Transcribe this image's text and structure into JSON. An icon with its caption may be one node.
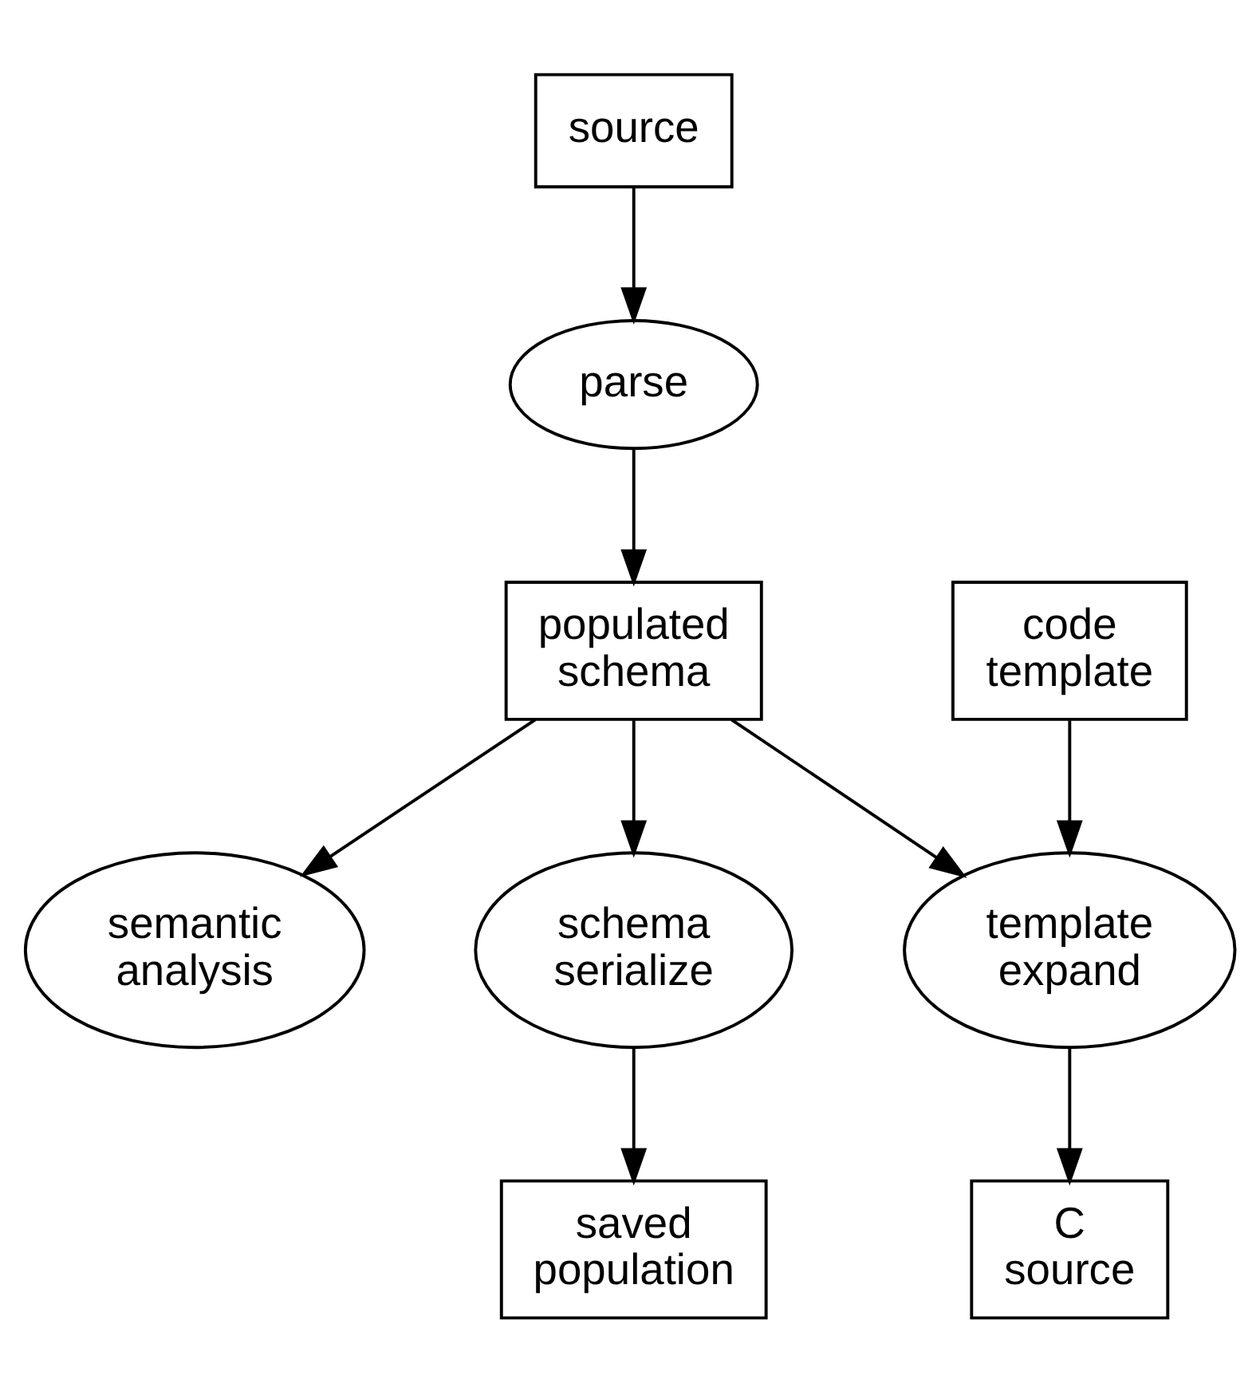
{
  "diagram": {
    "nodes": [
      {
        "text": [
          "source"
        ]
      },
      {
        "text": [
          "parse"
        ]
      },
      {
        "text": [
          "populated schema"
        ]
      },
      {
        "text": [
          "code template"
        ]
      },
      {
        "text": [
          "semantic analysis"
        ]
      },
      {
        "text": [
          "schema serialize"
        ]
      },
      {
        "text": [
          "template expand"
        ]
      },
      {
        "text": [
          "saved population"
        ]
      },
      {
        "text": [
          "C source"
        ]
      }
    ],
    "edges": [
      {
        "from": 0,
        "to": 1,
        "arrow": "to"
      },
      {
        "from": 1,
        "to": 2,
        "arrow": "to"
      },
      {
        "from": 2,
        "to": 4,
        "arrow": "to"
      },
      {
        "from": 2,
        "to": 5,
        "arrow": "to"
      },
      {
        "from": 2,
        "to": 6,
        "arrow": "to"
      },
      {
        "from": 3,
        "to": 6,
        "arrow": "to"
      },
      {
        "from": 5,
        "to": 7,
        "arrow": "to"
      },
      {
        "from": 6,
        "to": 8,
        "arrow": "to"
      }
    ]
  }
}
